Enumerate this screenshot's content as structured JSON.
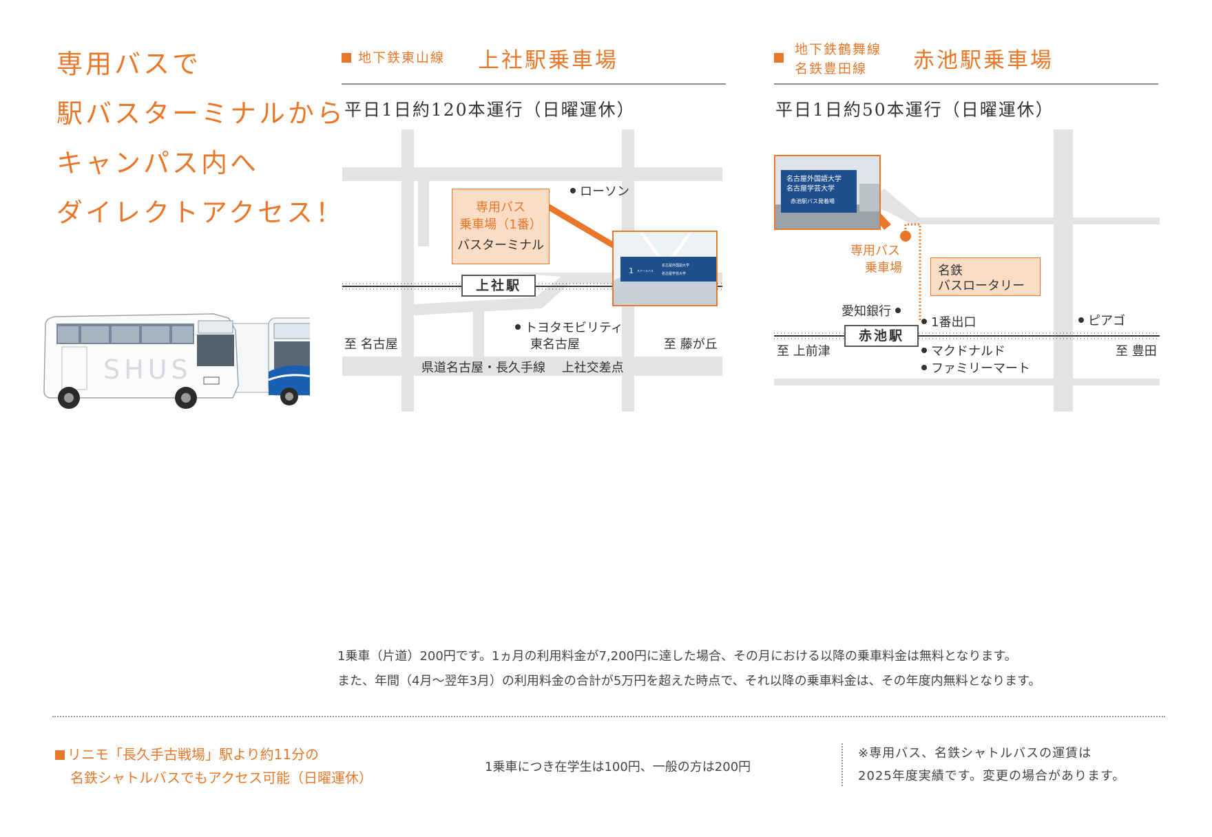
{
  "headline": {
    "lines": [
      "専用バスで",
      "駅バスターミナルから",
      "キャンパス内へ",
      "ダイレクトアクセス！"
    ]
  },
  "kamiyashiro": {
    "line_label": "地下鉄東山線",
    "title": "上社駅乗車場",
    "frequency": "平日1日約120本運行（日曜運休）",
    "map": {
      "station": "上社駅",
      "terminal_label_1": "専用バス",
      "terminal_label_2": "乗車場（1番）",
      "terminal_label_3": "バスターミナル",
      "lawson": "ローソン",
      "toyota_1": "トヨタモビリティ",
      "toyota_2": "東名古屋",
      "to_west": "至 名古屋",
      "to_east": "至 藤が丘",
      "road": "県道名古屋・長久手線　 上社交差点"
    },
    "photo": {
      "num": "1",
      "small": "スクールバス",
      "line1": "名古屋外国語大学",
      "line2": "名古屋学芸大学"
    }
  },
  "akaike": {
    "line_label_1": "地下鉄鶴舞線",
    "line_label_2": "名鉄豊田線",
    "title": "赤池駅乗車場",
    "frequency": "平日1日約50本運行（日曜運休）",
    "map": {
      "station": "赤池駅",
      "stop_1": "専用バス",
      "stop_2": "乗車場",
      "rotary_1": "名鉄",
      "rotary_2": "バスロータリー",
      "bank": "愛知銀行",
      "exit": "1番出口",
      "piago": "ピアゴ",
      "mcd": "マクドナルド",
      "famima": "ファミリーマート",
      "to_west": "至 上前津",
      "to_east": "至 豊田"
    },
    "photo": {
      "line1": "名古屋外国語大学",
      "line2": "名古屋学芸大学",
      "line3": "赤池駅バス発着場"
    }
  },
  "fare_note": {
    "line1": "1乗車（片道）200円です。1ヵ月の利用料金が7,200円に達した場合、その月における以降の乗車料金は無料となります。",
    "line2": "また、年間（4月〜翌年3月）の利用料金の合計が5万円を超えた時点で、それ以降の乗車料金は、その年度内無料となります。"
  },
  "shuttle": {
    "line1": "リニモ「長久手古戦場」駅より約11分の",
    "line2": "名鉄シャトルバスでもアクセス可能（日曜運休）",
    "fare": "1乗車につき在学生は100円、一般の方は200円",
    "note1": "※専用バス、名鉄シャトルバスの運賃は",
    "note2": "2025年度実績です。変更の場合があります。"
  },
  "colors": {
    "accent": "#e8772a",
    "road": "#e3e3e3",
    "sign_blue": "#1f4e8c"
  }
}
